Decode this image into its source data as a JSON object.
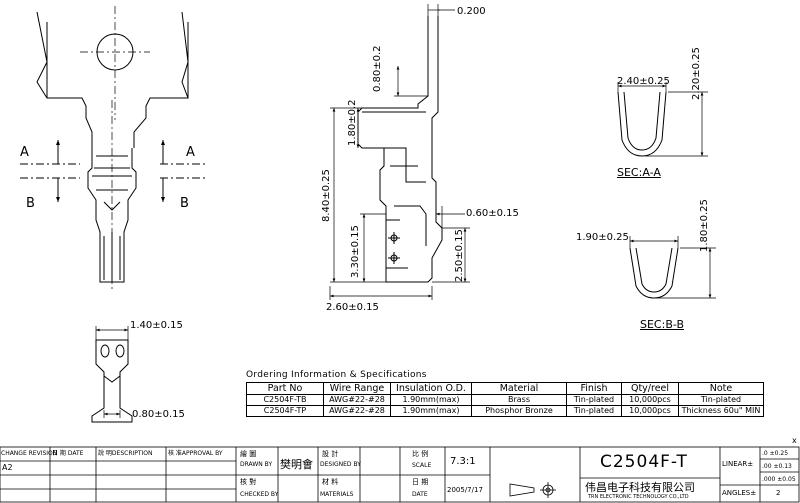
{
  "dimensions": {
    "top_thickness": "0.200",
    "tab_height": "0.80±0.2",
    "upper_height": "1.80±0.2",
    "total_height": "8.40±0.25",
    "lower_height": "3.30±0.15",
    "slot_height": "2.50±0.15",
    "side_offset": "0.60±0.15",
    "base_width": "2.60±0.15",
    "bottom_width": "1.40±0.15",
    "bottom_gap": "0.80±0.15",
    "sec_a_width": "2.40±0.25",
    "sec_a_height": "2.20±0.25",
    "sec_b_width": "1.90±0.25",
    "sec_b_height": "1.80±0.25"
  },
  "section_labels": {
    "a": "A",
    "b": "B",
    "sec_a": "SEC:A-A",
    "sec_b": "SEC:B-B"
  },
  "spec_table": {
    "title": "Ordering Information & Specifications",
    "headers": [
      "Part No",
      "Wire Range",
      "Insulation O.D.",
      "Material",
      "Finish",
      "Qty/reel",
      "Note"
    ],
    "rows": [
      [
        "C2504F-TB",
        "AWG#22-#28",
        "1.90mm(max)",
        "Brass",
        "Tin-plated",
        "10,000pcs",
        "Tin-plated"
      ],
      [
        "C2504F-TP",
        "AWG#22-#28",
        "1.90mm(max)",
        "Phosphor Bronze",
        "Tin-plated",
        "10,000pcs",
        "Thickness 60u\" MIN"
      ]
    ]
  },
  "title_block": {
    "revision_headers": [
      "CHANGE REVISION",
      "日 期 DATE",
      "說 明DESCRIPTION",
      "核 准APPROVAL BY"
    ],
    "revision_value": "A2",
    "drawn_label": "繪 圖",
    "drawn_label_en": "DRAWN BY",
    "drawn_name": "樊明會",
    "designed_label": "設 計",
    "designed_label_en": "DESIGNED BY",
    "checked_label": "核 對",
    "checked_label_en": "CHECKED BY",
    "materials_label": "材 料",
    "materials_label_en": "MATERIALS",
    "scale_label": "比 例",
    "scale_label_en": "SCALE",
    "scale_value": "7.3:1",
    "date_label": "日 期",
    "date_label_en": "DATE",
    "date_value": "2005/7/17",
    "part_number": "C2504F-T",
    "company_cn": "伟昌电子科技有限公司",
    "company_en": "TRN ELECTRONIC TECHNOLOGY CO.,LTD",
    "linear_label": "LINEAR±",
    "angles_label": "ANGLES±",
    "angles_value": "2",
    "tolerances": [
      ".0 ±0.25",
      ".00 ±0.13",
      ".000 ±0.05"
    ],
    "corner_mark": "x"
  }
}
